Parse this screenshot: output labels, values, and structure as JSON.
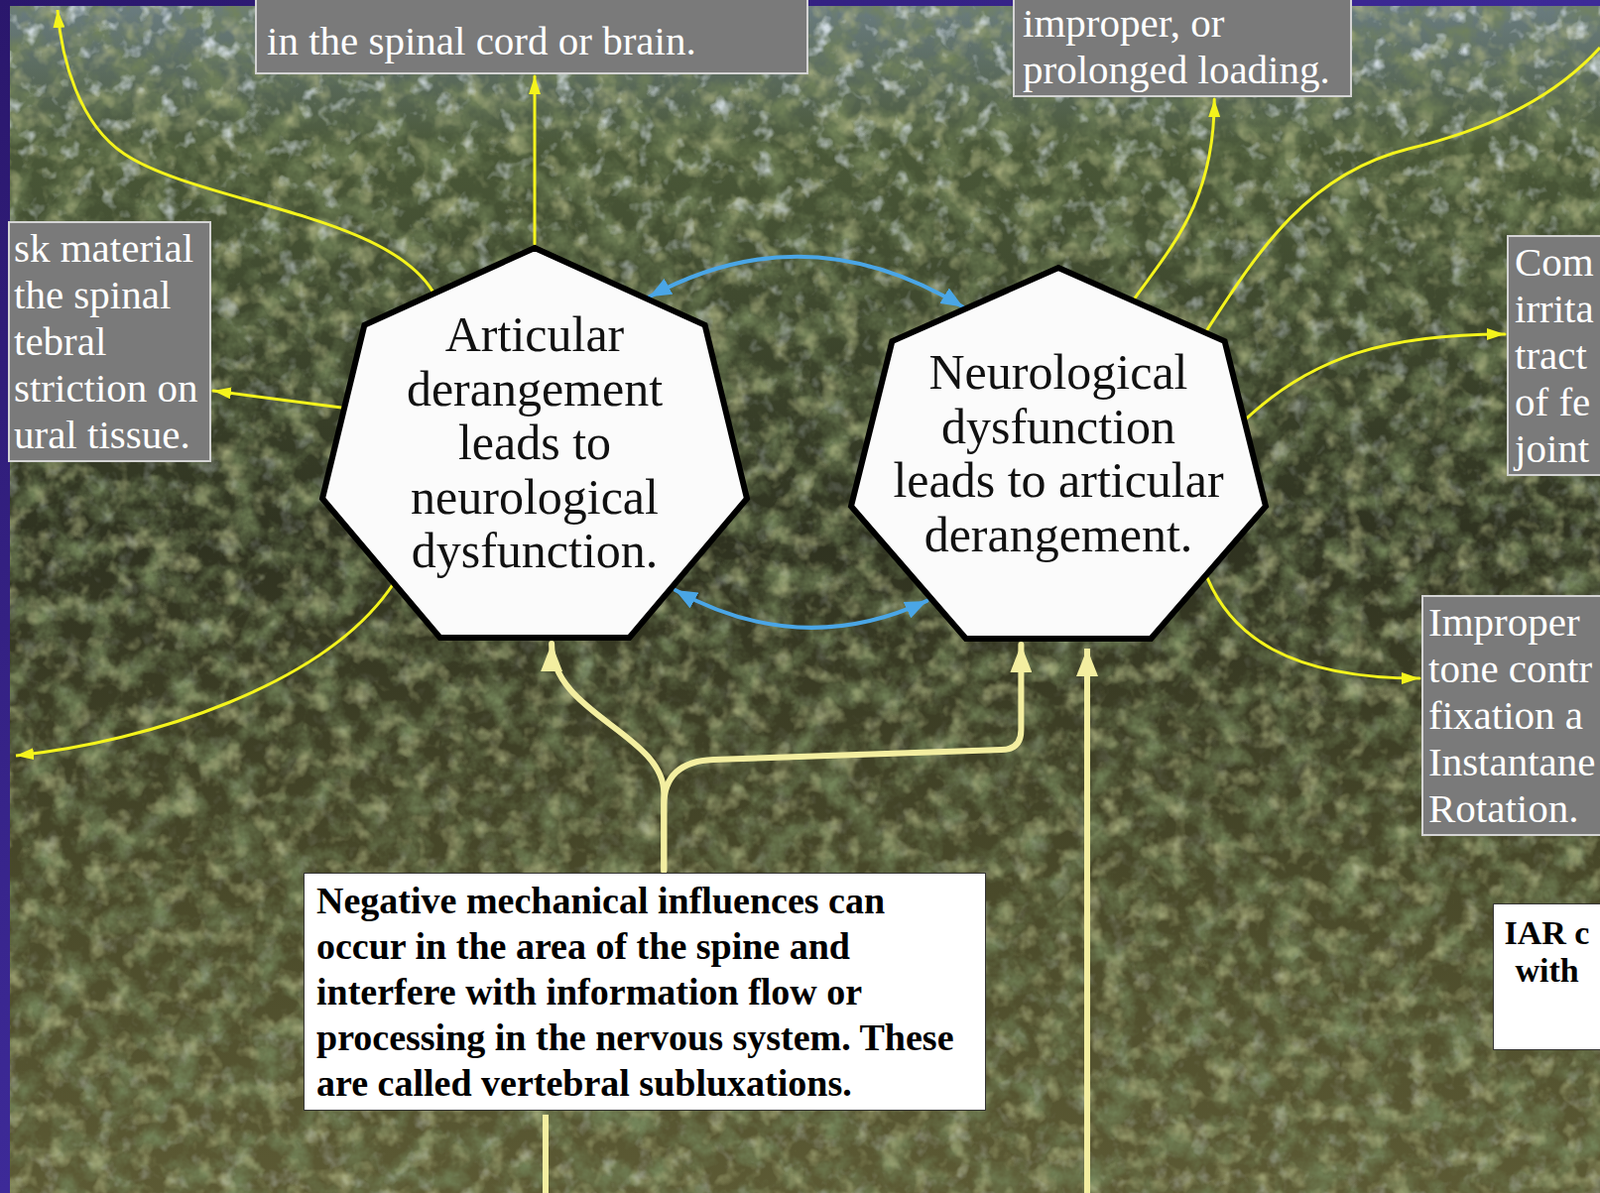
{
  "diagram": {
    "nodes": [
      {
        "text": [
          "in the spinal cord or brain."
        ]
      },
      {
        "text": [
          "improper, or prolonged loading."
        ]
      },
      {
        "text": [
          "sk material the spinal tebral striction on ural tissue."
        ]
      },
      {
        "text": [
          "Articular derangement leads to neurological dysfunction."
        ]
      },
      {
        "text": [
          "Neurological dysfunction leads to articular derangement."
        ]
      },
      {
        "text": [
          "Com irrita tract of fe joint"
        ]
      },
      {
        "text": [
          "Improper tone contr fixation a Instantane Rotation."
        ]
      },
      {
        "text": [
          "Negative mechanical influences can occur in the area of the spine and interfere with information flow or processing in the nervous system. These are called vertebral subluxations."
        ]
      },
      {
        "text": [
          "IAR c with"
        ]
      }
    ],
    "edges": [
      {
        "from": 3,
        "to": 4,
        "arrow": "both"
      },
      {
        "from": 3,
        "to": 4,
        "arrow": "both"
      },
      {
        "from": 3,
        "to": 0,
        "arrow": "to"
      },
      {
        "from": 3,
        "to": 2,
        "arrow": "to"
      },
      {
        "from": 4,
        "to": 1,
        "arrow": "to"
      },
      {
        "from": 4,
        "to": 5,
        "arrow": "to"
      },
      {
        "from": 4,
        "to": 6,
        "arrow": "to"
      },
      {
        "from": 7,
        "to": 3,
        "arrow": "to"
      },
      {
        "from": 7,
        "to": 4,
        "arrow": "to"
      }
    ]
  }
}
